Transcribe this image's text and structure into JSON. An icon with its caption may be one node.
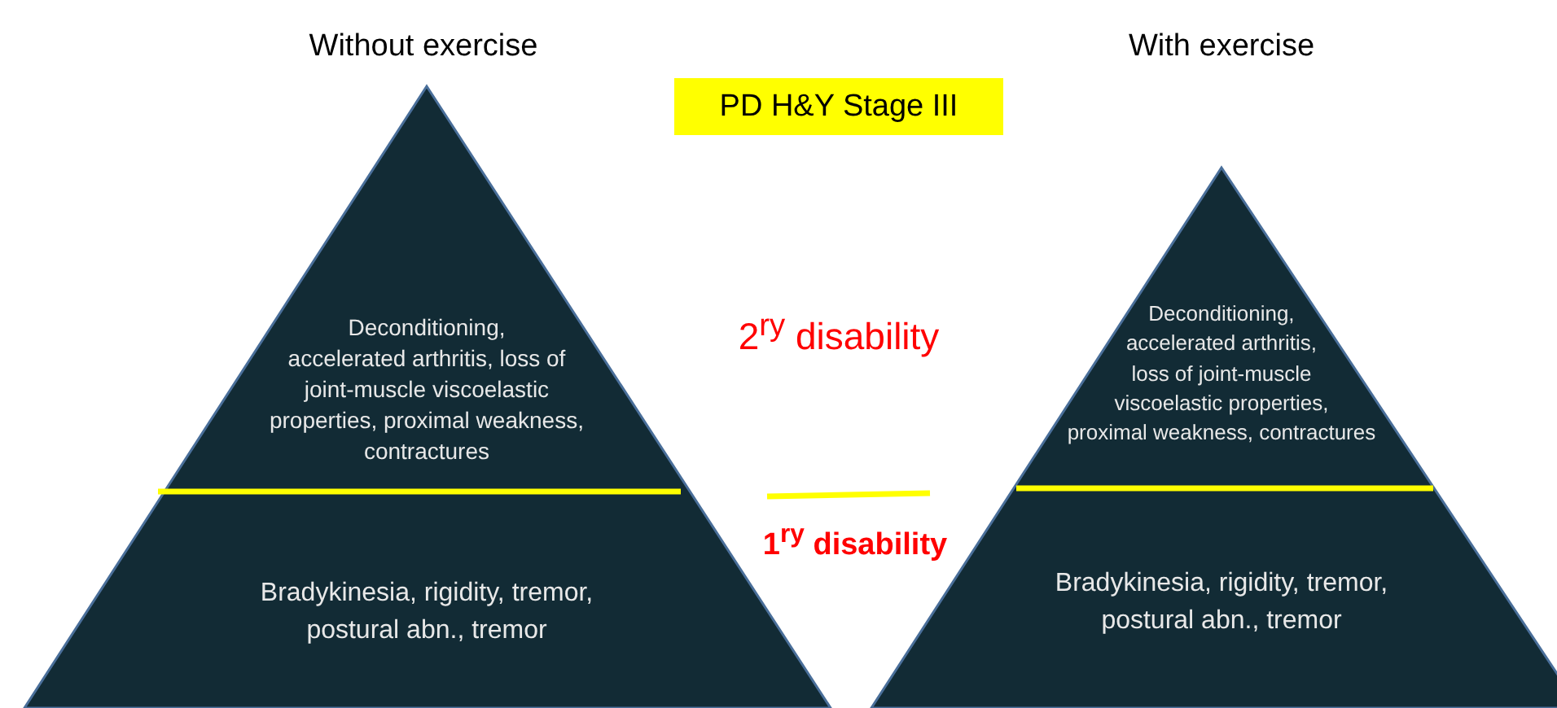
{
  "diagram": {
    "nodes": [
      {
        "text": [
          "Without exercise",
          "Deconditioning, accelerated arthritis, loss of joint-muscle viscoelastic properties, proximal weakness, contractures",
          "Bradykinesia, rigidity, tremor, postural abn., tremor"
        ]
      },
      {
        "text": [
          "PD H&Y Stage III"
        ]
      },
      {
        "text": [
          "With exercise",
          "Deconditioning, accelerated arthritis, loss of joint-muscle viscoelastic properties, proximal weakness, contractures",
          "Bradykinesia, rigidity, tremor, postural abn., tremor"
        ]
      }
    ],
    "edges": [],
    "labels": [
      "2$^{ry}$ disability",
      "1$^{ry}$ disability"
    ]
  }
}
